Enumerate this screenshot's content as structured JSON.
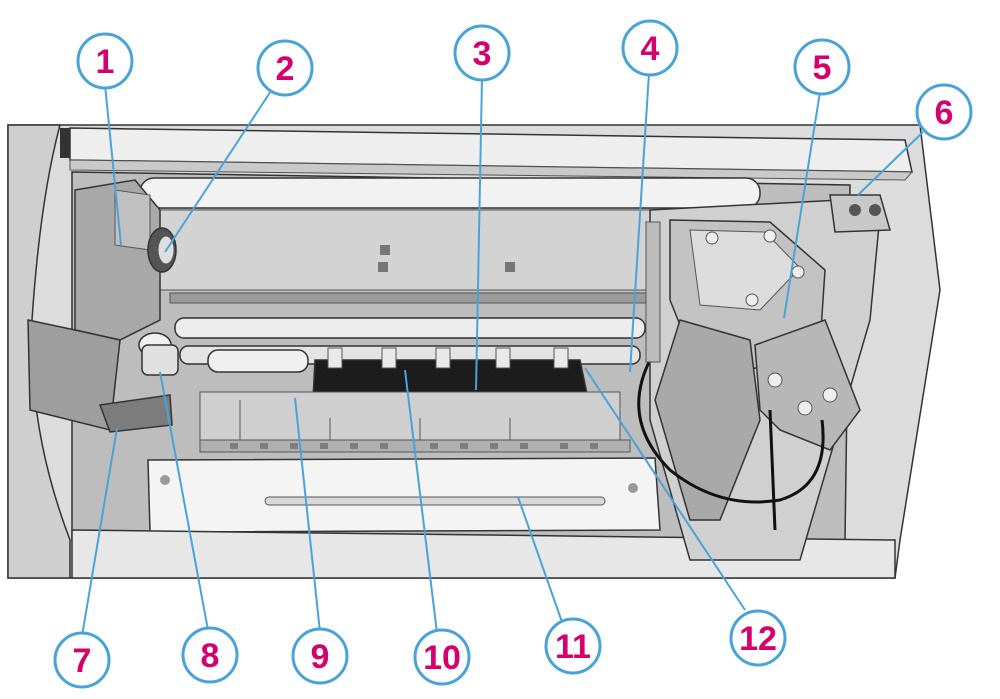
{
  "callouts": [
    {
      "number": "1"
    },
    {
      "number": "2"
    },
    {
      "number": "3"
    },
    {
      "number": "4"
    },
    {
      "number": "5"
    },
    {
      "number": "6"
    },
    {
      "number": "7"
    },
    {
      "number": "8"
    },
    {
      "number": "9"
    },
    {
      "number": "10"
    },
    {
      "number": "11"
    },
    {
      "number": "12"
    }
  ],
  "colors": {
    "callout_number": "#d4006e",
    "callout_ring": "#4aa3d8",
    "body_light": "#e6e6e6",
    "body_mid": "#b9b9b9",
    "body_dark": "#8f8f8f",
    "tray_black": "#1c1c1c"
  }
}
